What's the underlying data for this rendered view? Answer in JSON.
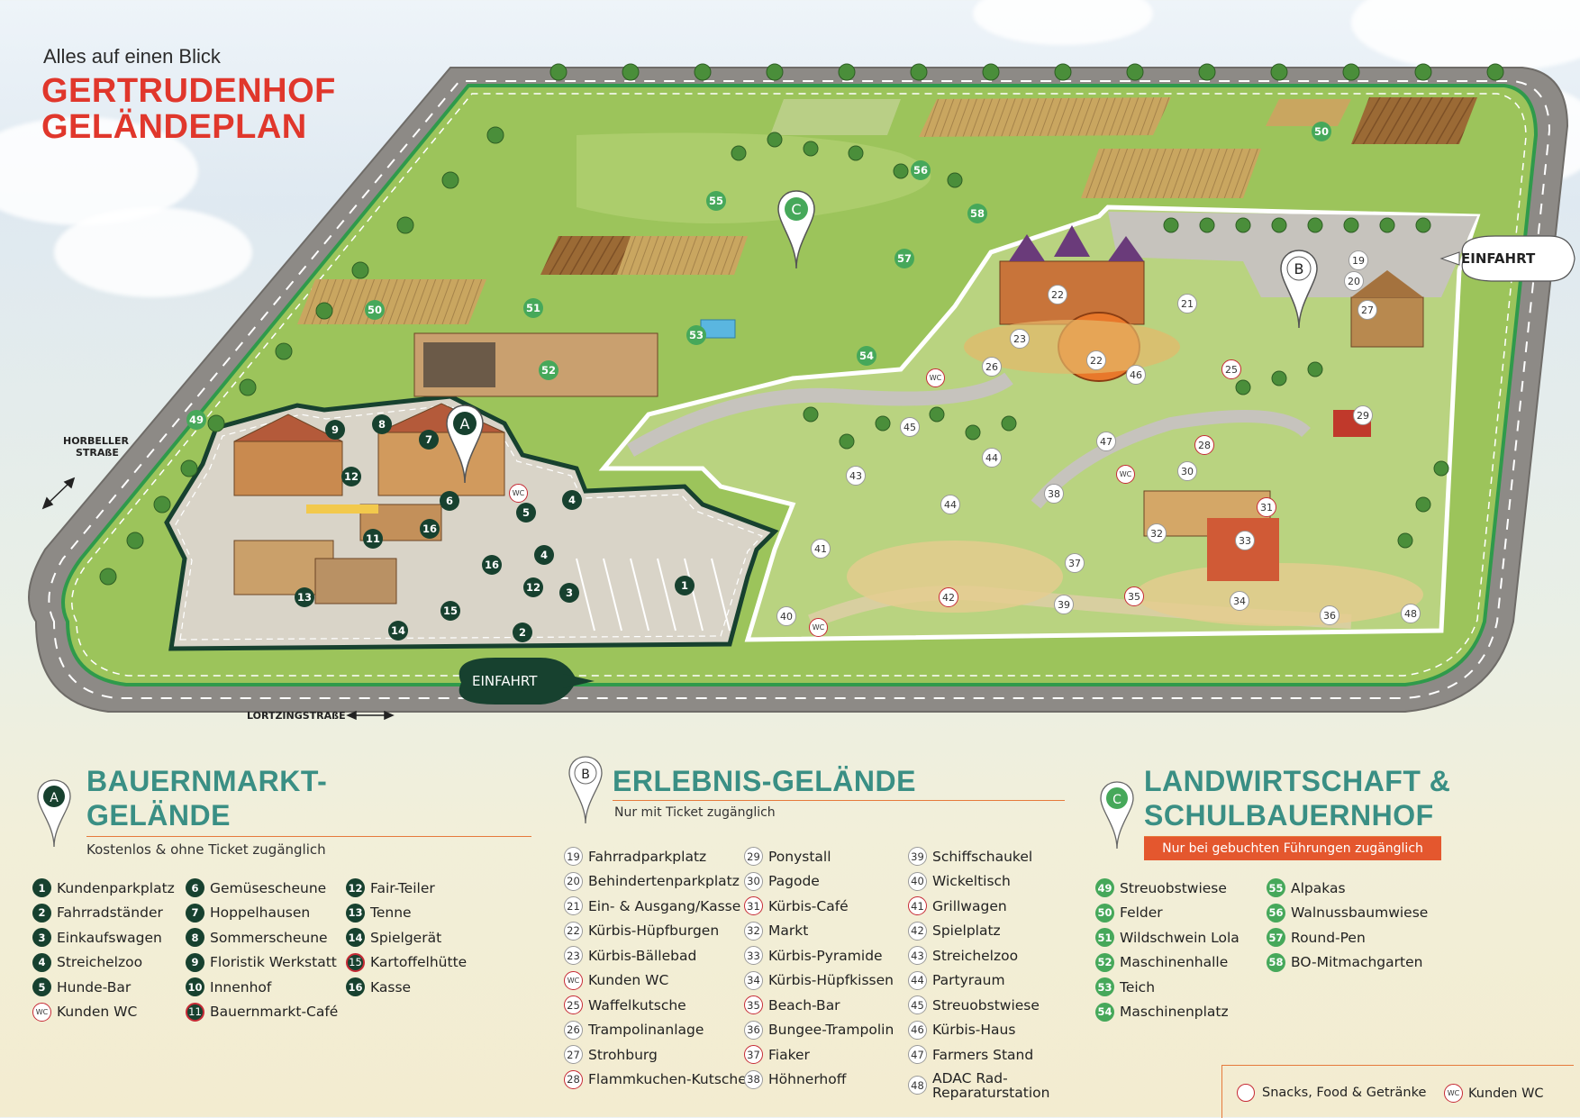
{
  "header": {
    "subtitle": "Alles auf einen Blick",
    "title_line1": "GERTRUDENHOF",
    "title_line2": "GELÄNDEPLAN"
  },
  "map": {
    "streets": {
      "horbeller": [
        "HORBELLER",
        "STRAßE"
      ],
      "lortzing": "LORTZINGSTRAßE"
    },
    "entrances": [
      "EINFAHRT",
      "EINFAHRT"
    ],
    "area_pins": [
      "A",
      "B",
      "C"
    ],
    "labels": {
      "wc": "WC"
    },
    "dark_markers": [
      "9",
      "8",
      "7",
      "12",
      "6",
      "4",
      "5",
      "11",
      "16",
      "16",
      "4",
      "12",
      "3",
      "1",
      "2",
      "15",
      "13",
      "14"
    ],
    "green_markers": [
      "50",
      "56",
      "55",
      "58",
      "57",
      "50",
      "51",
      "53",
      "52",
      "54",
      "49"
    ],
    "white_markers": [
      "19",
      "20",
      "27",
      "22",
      "21",
      "23",
      "22",
      "26",
      "46",
      "25",
      "29",
      "45",
      "47",
      "28",
      "30",
      "43",
      "44",
      "38",
      "31",
      "44",
      "32",
      "33",
      "41",
      "37",
      "42",
      "39",
      "35",
      "34",
      "36",
      "40",
      "48"
    ]
  },
  "sections": {
    "a": {
      "pin": "A",
      "title_line1": "BAUERNMARKT-",
      "title_line2": "GELÄNDE",
      "subtitle": "Kostenlos & ohne Ticket zugänglich",
      "col1": [
        {
          "n": "1",
          "label": "Kundenparkplatz",
          "style": "dark"
        },
        {
          "n": "2",
          "label": "Fahrradständer",
          "style": "dark"
        },
        {
          "n": "3",
          "label": "Einkaufswagen",
          "style": "dark"
        },
        {
          "n": "4",
          "label": "Streichelzoo",
          "style": "dark"
        },
        {
          "n": "5",
          "label": "Hunde-Bar",
          "style": "dark"
        },
        {
          "n": "WC",
          "label": "Kunden WC",
          "style": "wc"
        }
      ],
      "col2": [
        {
          "n": "6",
          "label": "Gemüsescheune",
          "style": "dark"
        },
        {
          "n": "7",
          "label": "Hoppelhausen",
          "style": "dark"
        },
        {
          "n": "8",
          "label": "Sommerscheune",
          "style": "dark"
        },
        {
          "n": "9",
          "label": "Floristik Werkstatt",
          "style": "dark"
        },
        {
          "n": "10",
          "label": "Innenhof",
          "style": "dark"
        },
        {
          "n": "11",
          "label": "Bauernmarkt-Café",
          "style": "dark-red"
        }
      ],
      "col3": [
        {
          "n": "12",
          "label": "Fair-Teiler",
          "style": "dark"
        },
        {
          "n": "13",
          "label": "Tenne",
          "style": "dark"
        },
        {
          "n": "14",
          "label": "Spielgerät",
          "style": "dark"
        },
        {
          "n": "15",
          "label": "Kartoffelhütte",
          "style": "dark-red"
        },
        {
          "n": "16",
          "label": "Kasse",
          "style": "dark"
        }
      ]
    },
    "b": {
      "pin": "B",
      "title": "ERLEBNIS-GELÄNDE",
      "subtitle": "Nur mit Ticket zugänglich",
      "col1": [
        {
          "n": "19",
          "label": "Fahrradparkplatz",
          "style": "outline"
        },
        {
          "n": "20",
          "label": "Behindertenparkplatz",
          "style": "outline"
        },
        {
          "n": "21",
          "label": "Ein- & Ausgang/Kasse",
          "style": "outline"
        },
        {
          "n": "22",
          "label": "Kürbis-Hüpfburgen",
          "style": "outline"
        },
        {
          "n": "23",
          "label": "Kürbis-Bällebad",
          "style": "outline"
        },
        {
          "n": "WC",
          "label": "Kunden WC",
          "style": "wc"
        },
        {
          "n": "25",
          "label": "Waffelkutsche",
          "style": "red"
        },
        {
          "n": "26",
          "label": "Trampolinanlage",
          "style": "outline"
        },
        {
          "n": "27",
          "label": "Strohburg",
          "style": "outline"
        },
        {
          "n": "28",
          "label": "Flammkuchen-Kutsche",
          "style": "red"
        }
      ],
      "col2": [
        {
          "n": "29",
          "label": "Ponystall",
          "style": "outline"
        },
        {
          "n": "30",
          "label": "Pagode",
          "style": "outline"
        },
        {
          "n": "31",
          "label": "Kürbis-Café",
          "style": "red"
        },
        {
          "n": "32",
          "label": "Markt",
          "style": "outline"
        },
        {
          "n": "33",
          "label": "Kürbis-Pyramide",
          "style": "outline"
        },
        {
          "n": "34",
          "label": "Kürbis-Hüpfkissen",
          "style": "outline"
        },
        {
          "n": "35",
          "label": "Beach-Bar",
          "style": "red"
        },
        {
          "n": "36",
          "label": "Bungee-Trampolin",
          "style": "outline"
        },
        {
          "n": "37",
          "label": "Fiaker",
          "style": "red"
        },
        {
          "n": "38",
          "label": "Höhnerhoff",
          "style": "outline"
        }
      ],
      "col3": [
        {
          "n": "39",
          "label": "Schiffschaukel",
          "style": "outline"
        },
        {
          "n": "40",
          "label": "Wickeltisch",
          "style": "outline"
        },
        {
          "n": "41",
          "label": "Grillwagen",
          "style": "red"
        },
        {
          "n": "42",
          "label": "Spielplatz",
          "style": "outline"
        },
        {
          "n": "43",
          "label": "Streichelzoo",
          "style": "outline"
        },
        {
          "n": "44",
          "label": "Partyraum",
          "style": "outline"
        },
        {
          "n": "45",
          "label": "Streuobstwiese",
          "style": "outline"
        },
        {
          "n": "46",
          "label": "Kürbis-Haus",
          "style": "outline"
        },
        {
          "n": "47",
          "label": "Farmers Stand",
          "style": "outline"
        },
        {
          "n": "48",
          "label": "ADAC Rad-",
          "label2": "Reparaturstation",
          "style": "outline"
        }
      ]
    },
    "c": {
      "pin": "C",
      "title_line1": "LANDWIRTSCHAFT &",
      "title_line2": "SCHULBAUERNHOF",
      "subtitle": "Nur bei gebuchten Führungen zugänglich",
      "col1": [
        {
          "n": "49",
          "label": "Streuobstwiese",
          "style": "green"
        },
        {
          "n": "50",
          "label": "Felder",
          "style": "green"
        },
        {
          "n": "51",
          "label": "Wildschwein Lola",
          "style": "green"
        },
        {
          "n": "52",
          "label": "Maschinenhalle",
          "style": "green"
        },
        {
          "n": "53",
          "label": "Teich",
          "style": "green"
        },
        {
          "n": "54",
          "label": "Maschinenplatz",
          "style": "green"
        }
      ],
      "col2": [
        {
          "n": "55",
          "label": "Alpakas",
          "style": "green"
        },
        {
          "n": "56",
          "label": "Walnussbaumwiese",
          "style": "green"
        },
        {
          "n": "57",
          "label": "Round-Pen",
          "style": "green"
        },
        {
          "n": "58",
          "label": "BO-Mitmachgarten",
          "style": "green"
        }
      ]
    }
  },
  "key": {
    "snacks": "Snacks, Food & Getränke",
    "wc_icon": "WC",
    "wc": "Kunden WC"
  },
  "colors": {
    "dark_green": "#17412f",
    "accent_green": "#46a85a",
    "title_red": "#e0372c",
    "heading_teal": "#3a8f84",
    "snack_red": "#c62a35",
    "orange": "#e4572e"
  }
}
